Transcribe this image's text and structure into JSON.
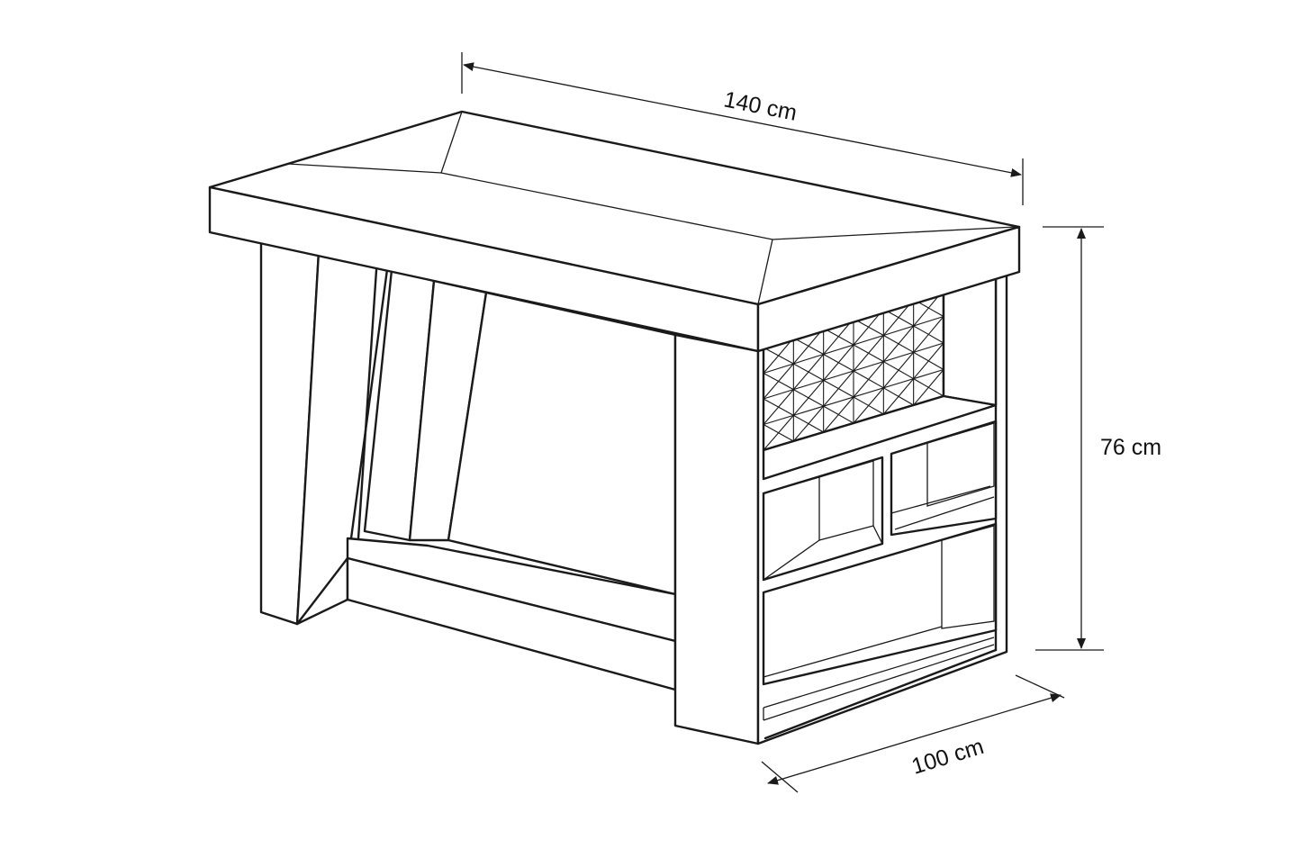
{
  "dimensions": {
    "length": "140 cm",
    "height": "76 cm",
    "depth": "100 cm"
  },
  "colors": {
    "line": "#1a1a1a",
    "background": "#ffffff"
  }
}
